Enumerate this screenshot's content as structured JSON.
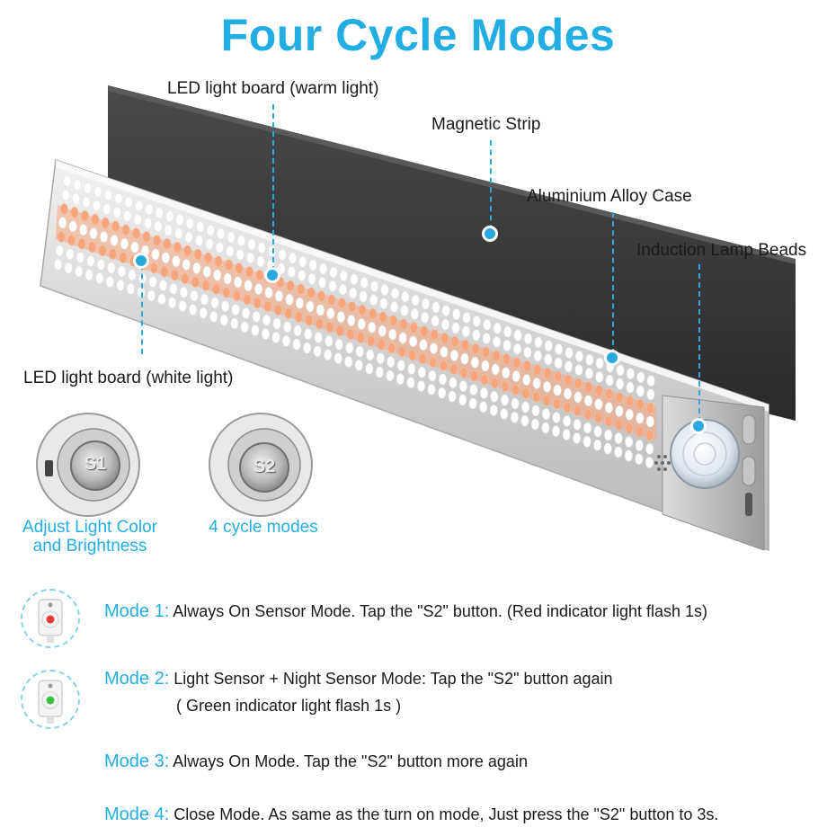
{
  "title": "Four Cycle Modes",
  "callouts": {
    "warm_board": "LED light board (warm light)",
    "magnetic_strip": "Magnetic Strip",
    "aluminium_case": "Aluminium Alloy Case",
    "induction_beads": "Induction Lamp Beads",
    "white_board": "LED light board (white light)"
  },
  "buttons": {
    "s1": {
      "label": "S1",
      "caption_line1": "Adjust Light Color",
      "caption_line2": "and Brightness"
    },
    "s2": {
      "label": "S2",
      "caption": "4 cycle modes"
    }
  },
  "modes": [
    {
      "label": "Mode 1:",
      "text": "Always On Sensor Mode.  Tap the \"S2\" button. (Red indicator light flash 1s)",
      "indicator_color": "#e53935"
    },
    {
      "label": "Mode 2:",
      "text": "Light Sensor + Night Sensor Mode: Tap the \"S2\" button again",
      "subtext": "( Green indicator light flash 1s )",
      "indicator_color": "#3ec24a"
    },
    {
      "label": "Mode 3:",
      "text": "Always On Mode. Tap the \"S2\" button more again"
    },
    {
      "label": "Mode 4:",
      "text": "Close Mode. As same as the turn on mode, Just press the \"S2\" button to 3s."
    }
  ],
  "colors": {
    "accent": "#23aee3",
    "strip": "#3a3a3a",
    "warm_led": "#f6a57c",
    "white_led": "#ffffff"
  }
}
